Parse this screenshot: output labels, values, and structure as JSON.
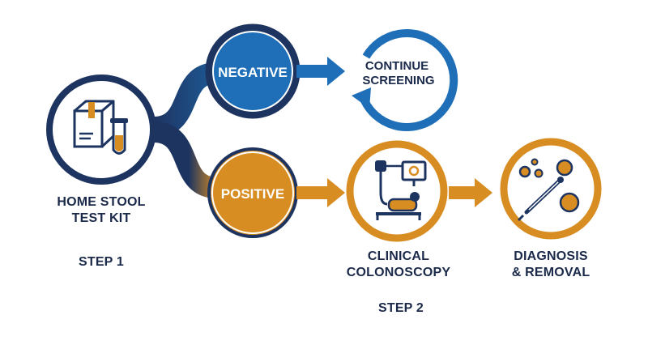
{
  "colors": {
    "navy": "#1d3461",
    "blue": "#1f6fb8",
    "orange": "#d88d22",
    "text": "#1b2a4a"
  },
  "nodes": {
    "home_kit": {
      "label_line1": "HOME STOOL",
      "label_line2": "TEST KIT",
      "icon": "box-and-test-tube-icon"
    },
    "negative": {
      "label": "NEGATIVE"
    },
    "continue": {
      "label_line1": "CONTINUE",
      "label_line2": "SCREENING",
      "icon": "circular-arrow-icon"
    },
    "positive": {
      "label": "POSITIVE"
    },
    "colonoscopy": {
      "label_line1": "CLINICAL",
      "label_line2": "COLONOSCOPY",
      "icon": "colonoscopy-equipment-icon"
    },
    "diagnosis": {
      "label_line1": "DIAGNOSIS",
      "label_line2": "& REMOVAL",
      "icon": "polyp-removal-tool-icon"
    }
  },
  "steps": {
    "step1": "STEP 1",
    "step2": "STEP 2"
  }
}
